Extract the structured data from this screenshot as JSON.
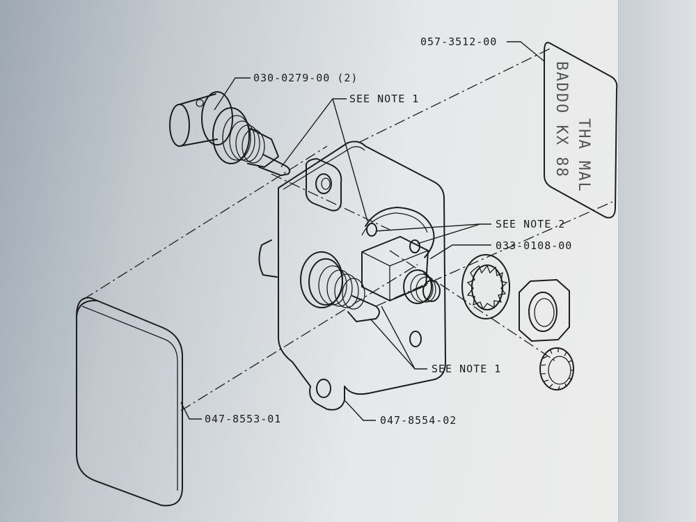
{
  "labels": {
    "bnc_connector": "030-0279-00 (2)",
    "note1_top": "SEE NOTE 1",
    "label_plate": "057-3512-00",
    "note2": "SEE NOTE 2",
    "lock_washer": "033-0108-00",
    "note1_bottom": "SEE NOTE 1",
    "cover": "047-8553-01",
    "bracket": "047-8554-02"
  },
  "plate_text": {
    "line1": "BADDO KX 88",
    "line2": "THA MAL"
  }
}
